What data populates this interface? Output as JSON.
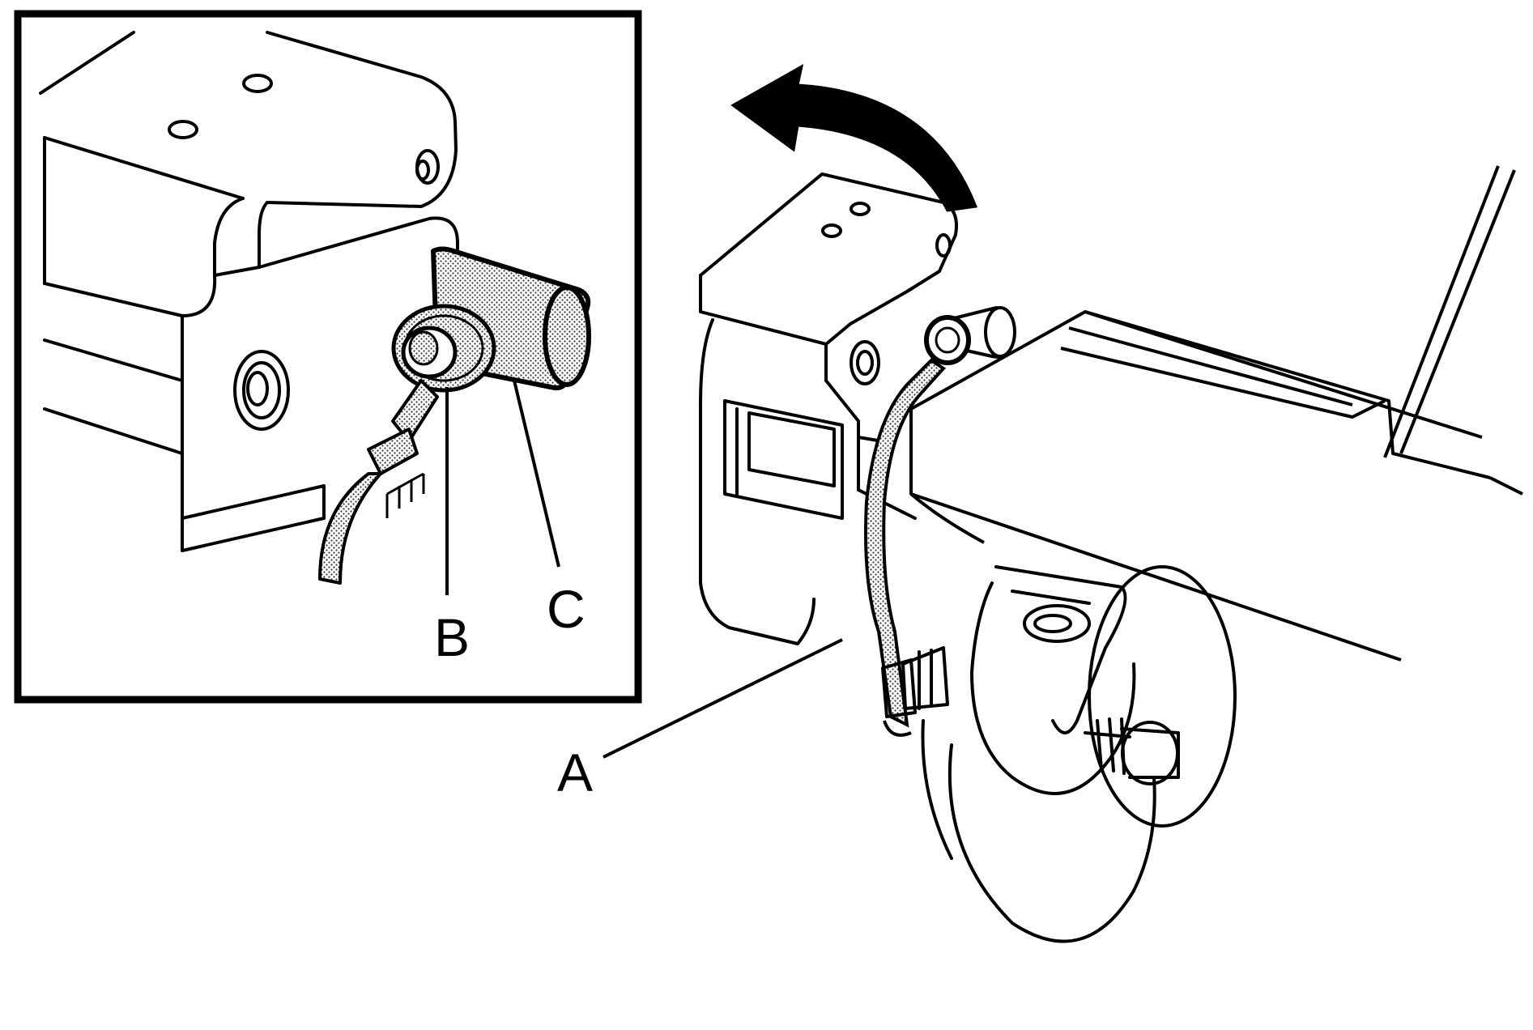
{
  "callouts": {
    "a": "A",
    "b": "B",
    "c": "C"
  },
  "colors": {
    "line": "#000000",
    "background": "#ffffff",
    "shading": "#cfcfcf"
  }
}
